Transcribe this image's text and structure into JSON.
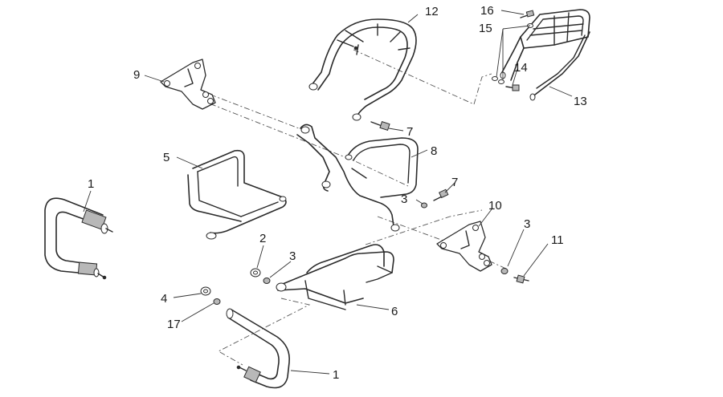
{
  "diagram": {
    "callouts": {
      "c1_left": "1",
      "c1_bottom": "1",
      "c2": "2",
      "c3_upper": "3",
      "c3_middle": "3",
      "c3_right": "3",
      "c4": "4",
      "c5": "5",
      "c6": "6",
      "c7_upper": "7",
      "c7_lower": "7",
      "c8": "8",
      "c9": "9",
      "c10": "10",
      "c11": "11",
      "c12": "12",
      "c13": "13",
      "c14": "14",
      "c15": "15",
      "c16": "16",
      "c17": "17"
    }
  }
}
